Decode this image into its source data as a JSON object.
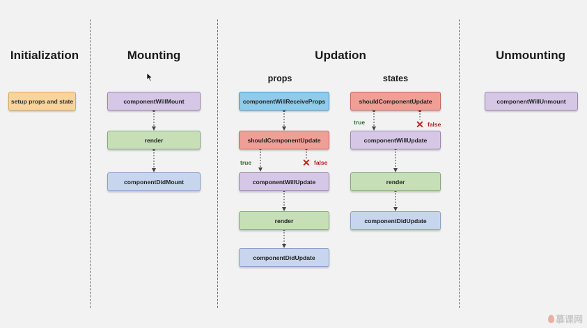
{
  "sections": {
    "initialization": "Initialization",
    "mounting": "Mounting",
    "updation": "Updation",
    "unmounting": "Unmounting"
  },
  "subsections": {
    "props": "props",
    "states": "states"
  },
  "initialization": {
    "setup": "setup props and state"
  },
  "mounting": {
    "will_mount": "componentWillMount",
    "render": "render",
    "did_mount": "componentDidMount"
  },
  "props_flow": {
    "will_receive_props": "componentWillReceiveProps",
    "should_update": "shouldComponentUpdate",
    "will_update": "componentWillUpdate",
    "render": "render",
    "did_update": "componentDidUpdate",
    "true_label": "true",
    "false_label": "false"
  },
  "states_flow": {
    "should_update": "shouldComponentUpdate",
    "will_update": "componentWillUpdate",
    "render": "render",
    "did_update": "componentDidUpdate",
    "true_label": "true",
    "false_label": "false"
  },
  "unmounting": {
    "will_unmount": "componentWillUnmount"
  },
  "watermark": "慕课网",
  "colors": {
    "setup": "#f8d39c",
    "lifecycle_will": "#d6c7e6",
    "render": "#c6dfb7",
    "did": "#c7d6ee",
    "receive_props": "#8fcbea",
    "should_update": "#ef9f96",
    "true_text": "#2e6b2e",
    "false_text": "#b31d1d"
  }
}
